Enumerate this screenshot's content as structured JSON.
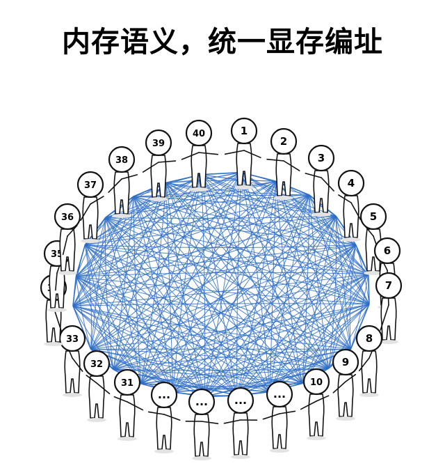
{
  "title": "内存语义，统一显存编址",
  "diagram": {
    "line_color": "#2f6fc7",
    "figure_color": "#111111",
    "people": [
      {
        "label": "1"
      },
      {
        "label": "2"
      },
      {
        "label": "3"
      },
      {
        "label": "4"
      },
      {
        "label": "5"
      },
      {
        "label": "6"
      },
      {
        "label": "7"
      },
      {
        "label": "8"
      },
      {
        "label": "9"
      },
      {
        "label": "10"
      },
      {
        "label": "..."
      },
      {
        "label": "..."
      },
      {
        "label": "..."
      },
      {
        "label": "..."
      },
      {
        "label": "31"
      },
      {
        "label": "32"
      },
      {
        "label": "33"
      },
      {
        "label": "34"
      },
      {
        "label": "35"
      },
      {
        "label": "36"
      },
      {
        "label": "37"
      },
      {
        "label": "38"
      },
      {
        "label": "39"
      },
      {
        "label": "40"
      }
    ]
  }
}
